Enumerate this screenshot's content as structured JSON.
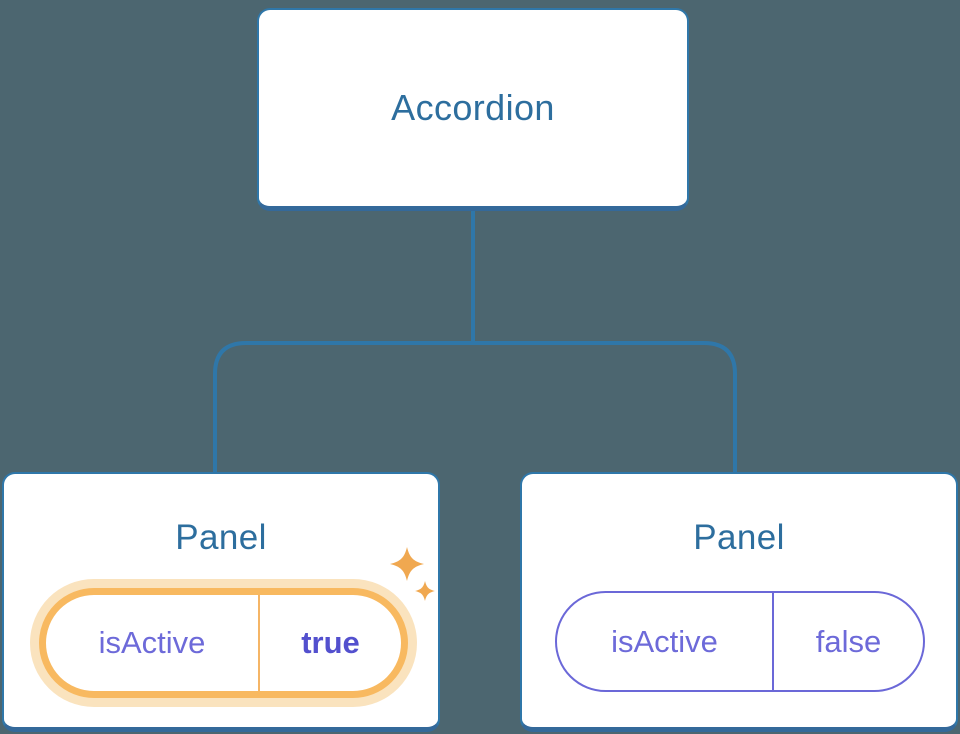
{
  "diagram": {
    "root": {
      "label": "Accordion"
    },
    "panels": [
      {
        "label": "Panel",
        "prop": "isActive",
        "value": "true",
        "highlighted": true
      },
      {
        "label": "Panel",
        "prop": "isActive",
        "value": "false",
        "highlighted": false
      }
    ]
  },
  "icons": {
    "sparkle_large": "sparkle-icon",
    "sparkle_small": "sparkle-icon"
  },
  "colors": {
    "background": "#4C6670",
    "node_fill": "#FFFFFF",
    "node_border": "#2F77A9",
    "node_border_bottom": "#34699A",
    "node_text": "#2D6E9E",
    "connector": "#2F77A9",
    "state_prop_text": "#6D6AD9",
    "state_value_active_text": "#5350CE",
    "inactive_pill_border": "#6B68D8",
    "active_pill_ring": "#F8B960",
    "active_pill_halo": "#FAE3BE",
    "active_pill_divider": "#F5B566",
    "sparkle": "#F0A850"
  }
}
